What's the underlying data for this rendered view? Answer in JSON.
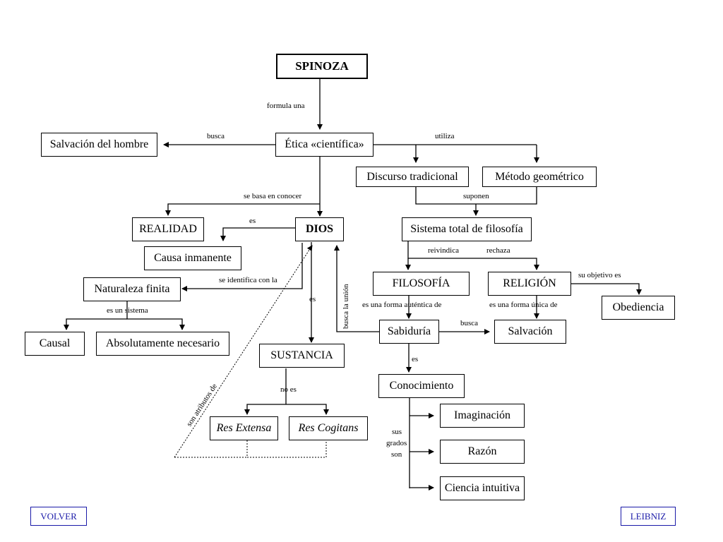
{
  "nodes": {
    "spinoza": "SPINOZA",
    "etica": "Ética «científica»",
    "salvacion_hombre": "Salvación del hombre",
    "discurso": "Discurso tradicional",
    "metodo": "Método geométrico",
    "realidad": "REALIDAD",
    "dios": "DIOS",
    "sistema": "Sistema total de filosofía",
    "causa_inmanente": "Causa inmanente",
    "naturaleza": "Naturaleza finita",
    "filosofia": "FILOSOFÍA",
    "religion": "RELIGIÓN",
    "obediencia": "Obediencia",
    "causal": "Causal",
    "absolutamente": "Absolutamente necesario",
    "sabiduria": "Sabiduría",
    "salvacion": "Salvación",
    "sustancia": "SUSTANCIA",
    "conocimiento": "Conocimiento",
    "res_extensa": "Res Extensa",
    "res_cogitans": "Res Cogitans",
    "imaginacion": "Imaginación",
    "razon": "Razón",
    "ciencia": "Ciencia intuitiva"
  },
  "labels": {
    "formula_una": "formula una",
    "busca": "busca",
    "utiliza": "utiliza",
    "se_basa": "se basa en conocer",
    "suponen": "suponen",
    "es_dios": "es",
    "reivindica": "reivindica",
    "rechaza": "rechaza",
    "su_objetivo": "su objetivo es",
    "se_identifica": "se identifica con la",
    "es_un_sistema": "es un  sistema",
    "es_sustancia": "es",
    "busca_la_union": "busca la unión",
    "forma_autentica": "es una forma  auténtica de",
    "forma_unica": "es una forma  única de",
    "busca_salvacion": "busca",
    "es_conocimiento": "es",
    "no_es": "no es",
    "son_atributos": "son atributos de",
    "sus": "sus",
    "grados": "grados",
    "son": "son"
  },
  "nav": {
    "volver": "VOLVER",
    "leibniz": "LEIBNIZ"
  },
  "colors": {
    "line": "#000000",
    "nav_accent": "#1a1aa8"
  }
}
